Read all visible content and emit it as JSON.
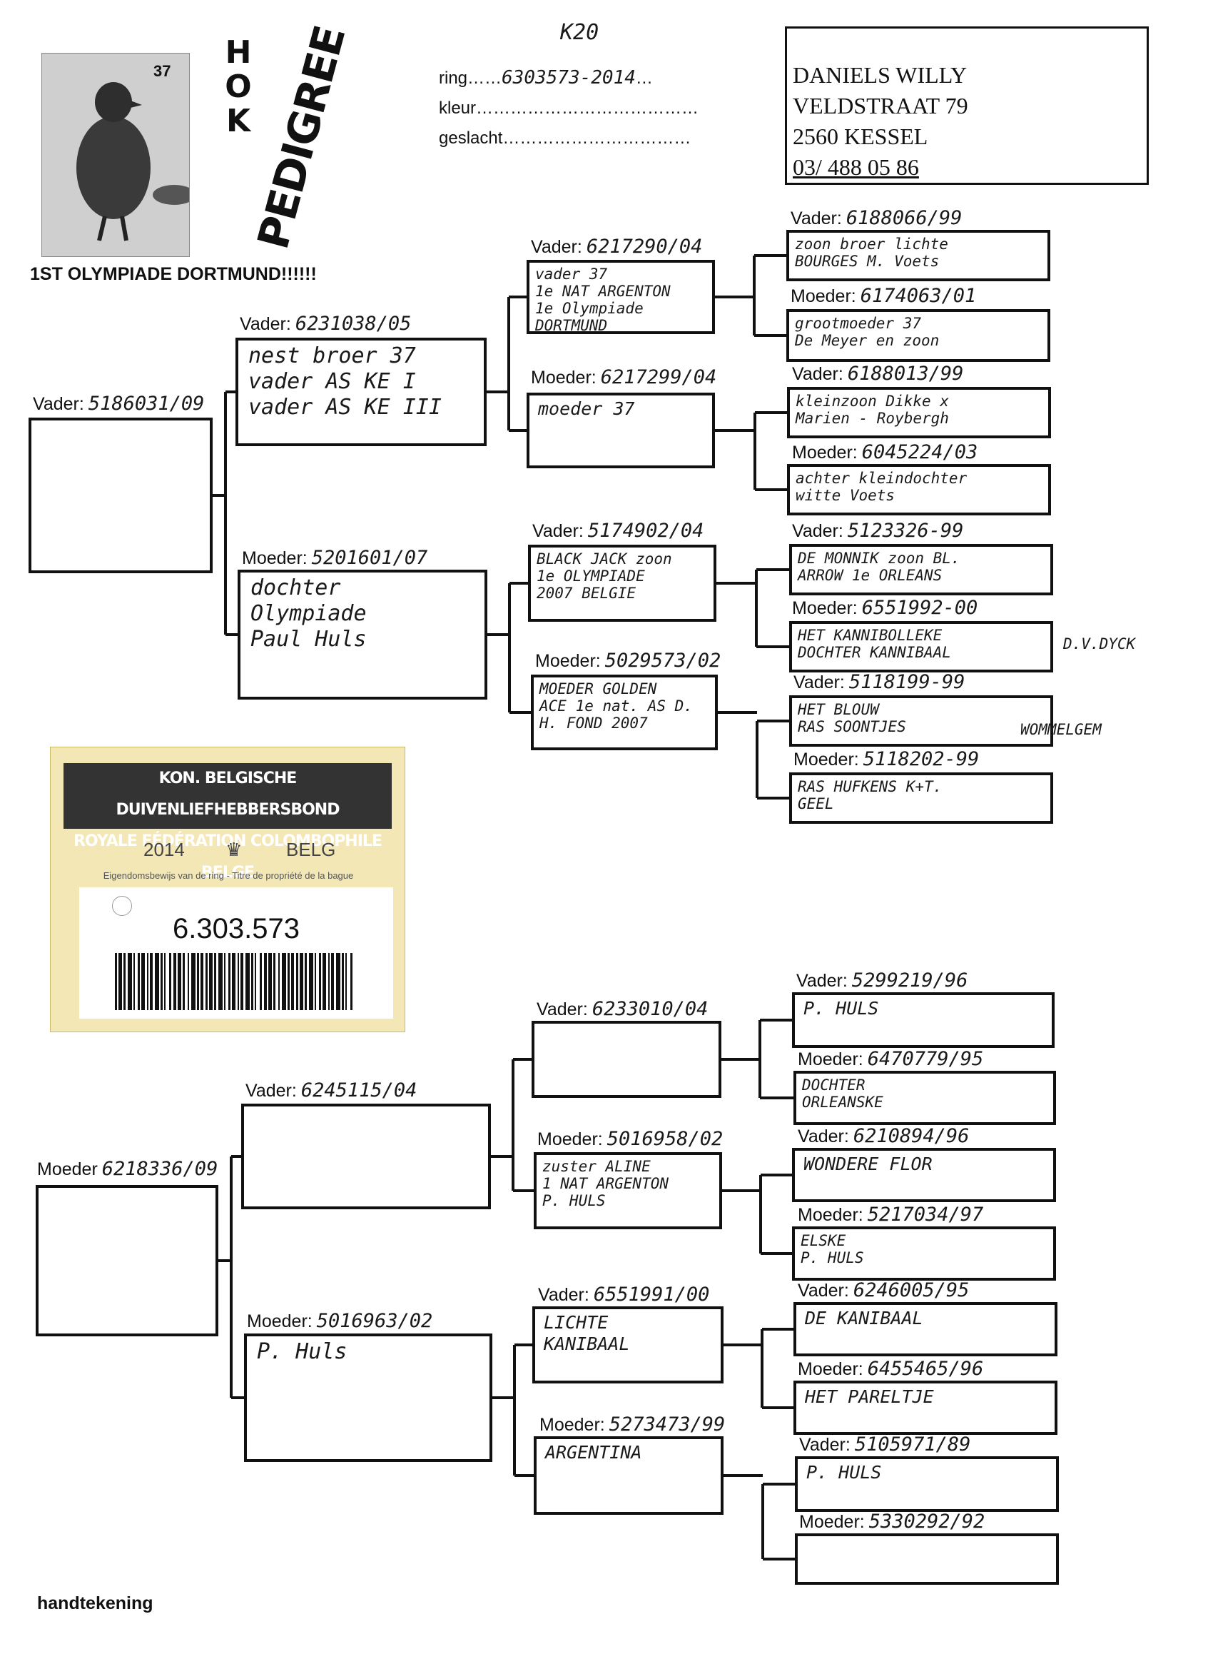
{
  "header": {
    "top_note": "K20",
    "hok": [
      "H",
      "O",
      "K"
    ],
    "pedigree_word": "PEDIGREE",
    "photo_badge": "37",
    "photo_caption": "1ST OLYMPIADE DORTMUND!!!!!!",
    "ring_label": "ring",
    "ring_value": "6303573-2014",
    "kleur_label": "kleur",
    "geslacht_label": "geslacht"
  },
  "owner": {
    "line1": "DANIELS WILLY",
    "line2": "VELDSTRAAT 79",
    "line3": "2560 KESSEL",
    "line4": "03/ 488 05 86"
  },
  "ring_card": {
    "line1": "KON. BELGISCHE DUIVENLIEFHEBBERSBOND",
    "line2": "ROYALE FÉDÉRATION COLOMBOPHILE BELGE",
    "year": "2014",
    "country": "BELG",
    "subtitle": "Eigendomsbewijs van de ring - Titre de propriété de la bague",
    "number": "6.303.573"
  },
  "footer": {
    "signature_label": "handtekening"
  },
  "pedigree": {
    "v": {
      "label": "Vader:",
      "ring": "5186031/09",
      "lines": []
    },
    "vv": {
      "label": "Vader:",
      "ring": "6231038/05",
      "lines": [
        "nest broer 37",
        "vader AS KE I",
        "vader AS KE III"
      ]
    },
    "vm": {
      "label": "Moeder:",
      "ring": "5201601/07",
      "lines": [
        "dochter",
        "Olympiade",
        "Paul Huls"
      ]
    },
    "vvv": {
      "label": "Vader:",
      "ring": "6217290/04",
      "lines": [
        "vader 37",
        "1e NAT ARGENTON",
        "1e Olympiade",
        "DORTMUND"
      ]
    },
    "vvm": {
      "label": "Moeder:",
      "ring": "6217299/04",
      "lines": [
        "moeder 37"
      ]
    },
    "vmv": {
      "label": "Vader:",
      "ring": "5174902/04",
      "lines": [
        "BLACK JACK zoon",
        "1e OLYMPIADE",
        "2007 BELGIE"
      ]
    },
    "vmm": {
      "label": "Moeder:",
      "ring": "5029573/02",
      "lines": [
        "MOEDER GOLDEN",
        "ACE 1e nat. AS D.",
        "H. FOND 2007"
      ]
    },
    "vvvv": {
      "label": "Vader:",
      "ring": "6188066/99",
      "lines": [
        "zoon broer lichte",
        "BOURGES M. Voets"
      ]
    },
    "vvvm": {
      "label": "Moeder:",
      "ring": "6174063/01",
      "lines": [
        "grootmoeder 37",
        "De Meyer en zoon"
      ]
    },
    "vvmv": {
      "label": "Vader:",
      "ring": "6188013/99",
      "lines": [
        "kleinzoon Dikke x",
        "Marien - Roybergh"
      ]
    },
    "vvmm": {
      "label": "Moeder:",
      "ring": "6045224/03",
      "lines": [
        "achter kleindochter",
        "witte Voets"
      ]
    },
    "vmvv": {
      "label": "Vader:",
      "ring": "5123326-99",
      "lines": [
        "DE MONNIK zoon BL.",
        "ARROW 1e ORLEANS"
      ]
    },
    "vmvm": {
      "label": "Moeder:",
      "ring": "6551992-00",
      "lines": [
        "HET KANNIBOLLEKE",
        "DOCHTER KANNIBAAL"
      ],
      "note": "D.V.DYCK"
    },
    "vmmv": {
      "label": "Vader:",
      "ring": "5118199-99",
      "lines": [
        "HET BLOUW",
        "RAS SOONTJES"
      ],
      "note": "WOMMELGEM"
    },
    "vmmm": {
      "label": "Moeder:",
      "ring": "5118202-99",
      "lines": [
        "RAS HUFKENS K+T.",
        "GEEL"
      ]
    },
    "m": {
      "label": "Moeder",
      "ring": "6218336/09",
      "lines": []
    },
    "mv": {
      "label": "Vader:",
      "ring": "6245115/04",
      "lines": []
    },
    "mm": {
      "label": "Moeder:",
      "ring": "5016963/02",
      "lines": [
        "P. Huls"
      ]
    },
    "mvv": {
      "label": "Vader:",
      "ring": "6233010/04",
      "lines": []
    },
    "mvm": {
      "label": "Moeder:",
      "ring": "5016958/02",
      "lines": [
        "zuster ALINE",
        "1 NAT ARGENTON",
        "P. HULS"
      ]
    },
    "mmv": {
      "label": "Vader:",
      "ring": "6551991/00",
      "lines": [
        "LICHTE",
        "KANIBAAL"
      ]
    },
    "mmm": {
      "label": "Moeder:",
      "ring": "5273473/99",
      "lines": [
        "ARGENTINA"
      ]
    },
    "mvvv": {
      "label": "Vader:",
      "ring": "5299219/96",
      "lines": [
        "P. HULS"
      ]
    },
    "mvvm": {
      "label": "Moeder:",
      "ring": "6470779/95",
      "lines": [
        "DOCHTER",
        "ORLEANSKE"
      ]
    },
    "mvmv": {
      "label": "Vader:",
      "ring": "6210894/96",
      "lines": [
        "WONDERE FLOR"
      ]
    },
    "mvmm": {
      "label": "Moeder:",
      "ring": "5217034/97",
      "lines": [
        "ELSKE",
        "P. HULS"
      ]
    },
    "mmvv": {
      "label": "Vader:",
      "ring": "6246005/95",
      "lines": [
        "DE KANIBAAL"
      ]
    },
    "mmvm": {
      "label": "Moeder:",
      "ring": "6455465/96",
      "lines": [
        "HET PARELTJE"
      ]
    },
    "mmmv": {
      "label": "Vader:",
      "ring": "5105971/89",
      "lines": [
        "P. HULS"
      ]
    },
    "mmmm": {
      "label": "Moeder:",
      "ring": "5330292/92",
      "lines": []
    }
  }
}
